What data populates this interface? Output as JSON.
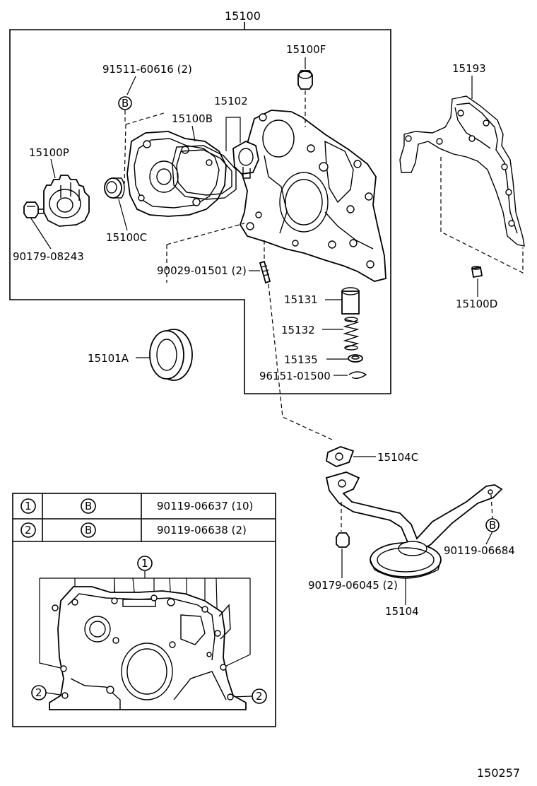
{
  "labels": {
    "assy": "15100",
    "gasket_right": "15193",
    "plug": "15100F",
    "bolt_top": "91511-60616 (2)",
    "rotor_gasket": "15102",
    "cover": "15100B",
    "gear": "15100P",
    "bolt_gear": "90179-08243",
    "seal_small": "15100C",
    "pin": "15100D",
    "stud": "90029-01501 (2)",
    "valve": "15131",
    "spring": "15132",
    "retainer": "15135",
    "snap_ring": "96151-01500",
    "oil_seal": "15101A",
    "strainer_gasket": "15104C",
    "bolt_strainer": "90119-06684",
    "nut_strainer": "90179-06045 (2)",
    "strainer": "15104",
    "figure_code": "150257",
    "callout_b": "B",
    "callout_1": "1",
    "callout_2": "2"
  },
  "legend_table": {
    "rows": [
      {
        "ref": "1",
        "code": "B",
        "part": "90119-06637 (10)"
      },
      {
        "ref": "2",
        "code": "B",
        "part": "90119-06638 (2)"
      }
    ]
  }
}
